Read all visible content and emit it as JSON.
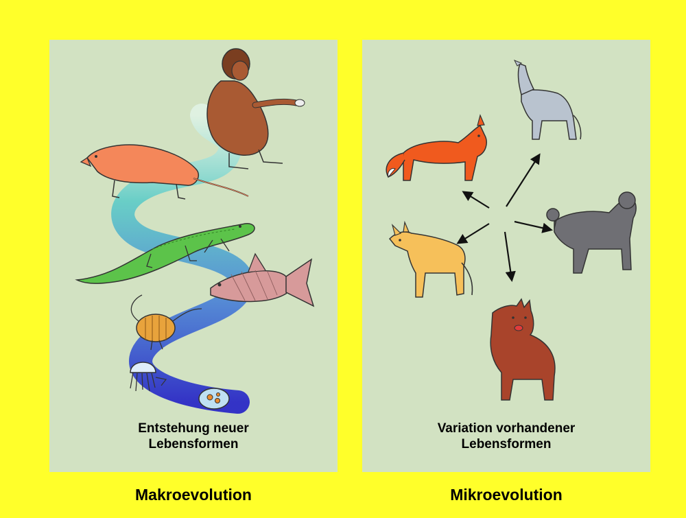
{
  "left_panel": {
    "caption_line1": "Entstehung neuer",
    "caption_line2": "Lebensformen",
    "title": "Makroevolution",
    "organisms": [
      "cell",
      "jellyfish",
      "trilobite",
      "coelacanth",
      "reptile",
      "early-mammal",
      "hominid"
    ]
  },
  "right_panel": {
    "caption_line1": "Variation vorhandener",
    "caption_line2": "Lebensformen",
    "title": "Mikroevolution",
    "organisms": [
      "red-fox",
      "grey-wolf",
      "poodle",
      "yellow-jackal",
      "brown-wild-dog"
    ]
  },
  "colors": {
    "background": "#ffff2a",
    "panel": "#d2e2c2",
    "cell": "#bfe0f2",
    "trilobite": "#e8a33c",
    "coelacanth": "#d79a9a",
    "reptile": "#5cc34a",
    "mammal": "#f4875a",
    "hominid": "#a95a33",
    "red_fox": "#f05a1e",
    "grey_wolf": "#b9c3cf",
    "poodle": "#6f6f74",
    "yellow_dog": "#f6c05a",
    "brown_dog": "#a9442b"
  }
}
